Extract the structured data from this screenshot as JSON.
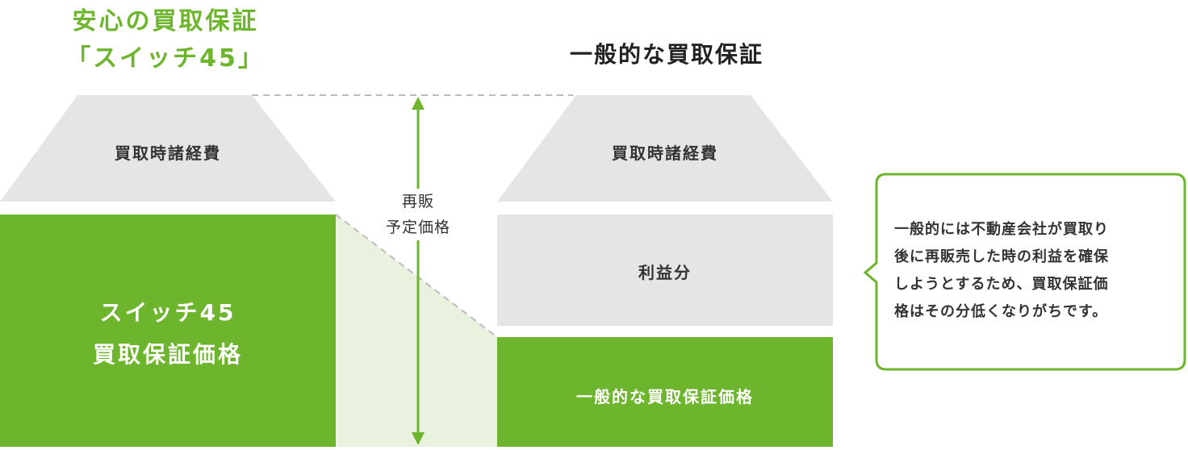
{
  "left": {
    "title_line1": "安心の買取保証",
    "title_line2": "「スイッチ45」",
    "expenses_label": "買取時諸経費",
    "price_label_line1": "スイッチ45",
    "price_label_line2": "買取保証価格"
  },
  "middle": {
    "arrow_label_line1": "再販",
    "arrow_label_line2": "予定価格"
  },
  "right": {
    "title": "一般的な買取保証",
    "expenses_label": "買取時諸経費",
    "profit_label": "利益分",
    "price_label": "一般的な買取保証価格"
  },
  "callout": {
    "line1": "一般的には不動産会社が買取り",
    "line2": "後に再販売した時の利益を確保",
    "line3": "しようとするため、買取保証価",
    "line4": "格はその分低くなりがちです。"
  },
  "colors": {
    "green": "#6cb52d",
    "light_green": "#e8f2de",
    "gray": "#e5e5e5",
    "dash": "#bbbbbb"
  }
}
